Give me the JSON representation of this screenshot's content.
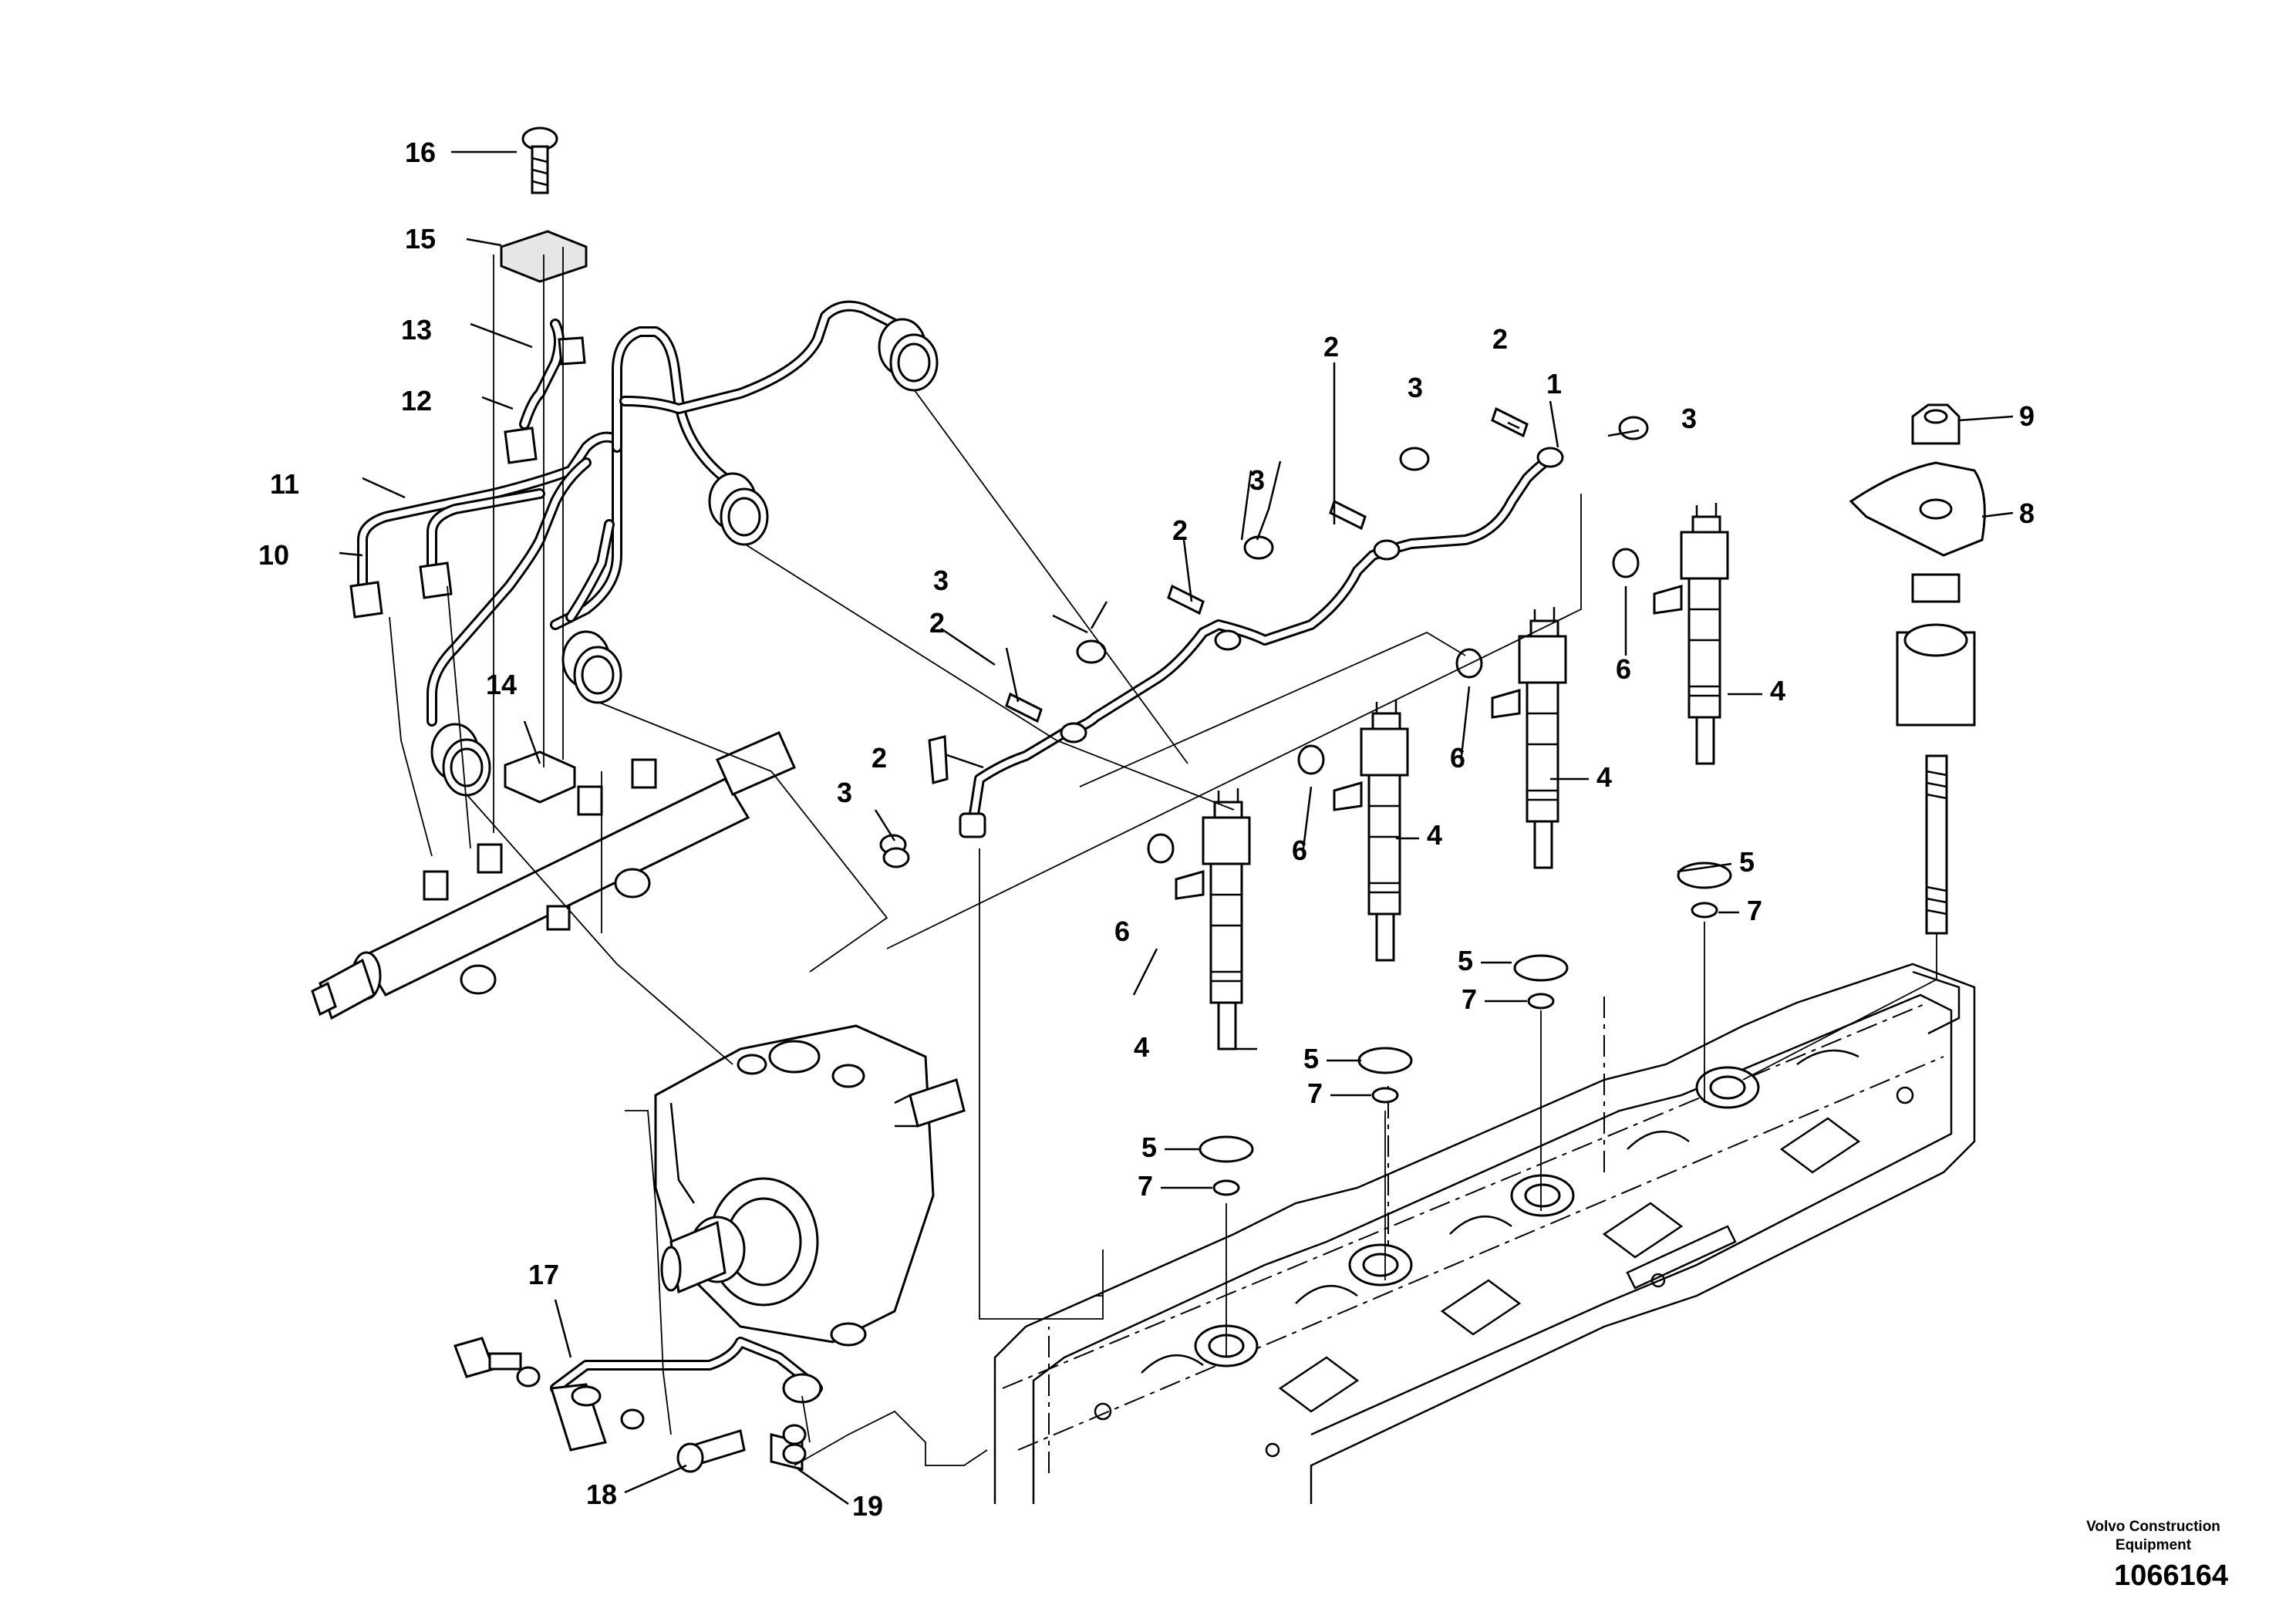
{
  "callouts": [
    {
      "id": "c1",
      "label": "1"
    },
    {
      "id": "c2a",
      "label": "2"
    },
    {
      "id": "c2b",
      "label": "2"
    },
    {
      "id": "c2c",
      "label": "2"
    },
    {
      "id": "c2d",
      "label": "2"
    },
    {
      "id": "c2e",
      "label": "2"
    },
    {
      "id": "c3a",
      "label": "3"
    },
    {
      "id": "c3b",
      "label": "3"
    },
    {
      "id": "c3c",
      "label": "3"
    },
    {
      "id": "c3d",
      "label": "3"
    },
    {
      "id": "c3e",
      "label": "3"
    },
    {
      "id": "c4a",
      "label": "4"
    },
    {
      "id": "c4b",
      "label": "4"
    },
    {
      "id": "c4c",
      "label": "4"
    },
    {
      "id": "c4d",
      "label": "4"
    },
    {
      "id": "c5a",
      "label": "5"
    },
    {
      "id": "c5b",
      "label": "5"
    },
    {
      "id": "c5c",
      "label": "5"
    },
    {
      "id": "c5d",
      "label": "5"
    },
    {
      "id": "c6a",
      "label": "6"
    },
    {
      "id": "c6b",
      "label": "6"
    },
    {
      "id": "c6c",
      "label": "6"
    },
    {
      "id": "c6d",
      "label": "6"
    },
    {
      "id": "c7a",
      "label": "7"
    },
    {
      "id": "c7b",
      "label": "7"
    },
    {
      "id": "c7c",
      "label": "7"
    },
    {
      "id": "c7d",
      "label": "7"
    },
    {
      "id": "c8",
      "label": "8"
    },
    {
      "id": "c9",
      "label": "9"
    },
    {
      "id": "c10",
      "label": "10"
    },
    {
      "id": "c11",
      "label": "11"
    },
    {
      "id": "c12",
      "label": "12"
    },
    {
      "id": "c13",
      "label": "13"
    },
    {
      "id": "c14",
      "label": "14"
    },
    {
      "id": "c15",
      "label": "15"
    },
    {
      "id": "c16",
      "label": "16"
    },
    {
      "id": "c17",
      "label": "17"
    },
    {
      "id": "c18",
      "label": "18"
    },
    {
      "id": "c19",
      "label": "19"
    }
  ],
  "footer": {
    "company_line1": "Volvo Construction",
    "company_line2": "Equipment",
    "drawing_number": "1066164"
  }
}
